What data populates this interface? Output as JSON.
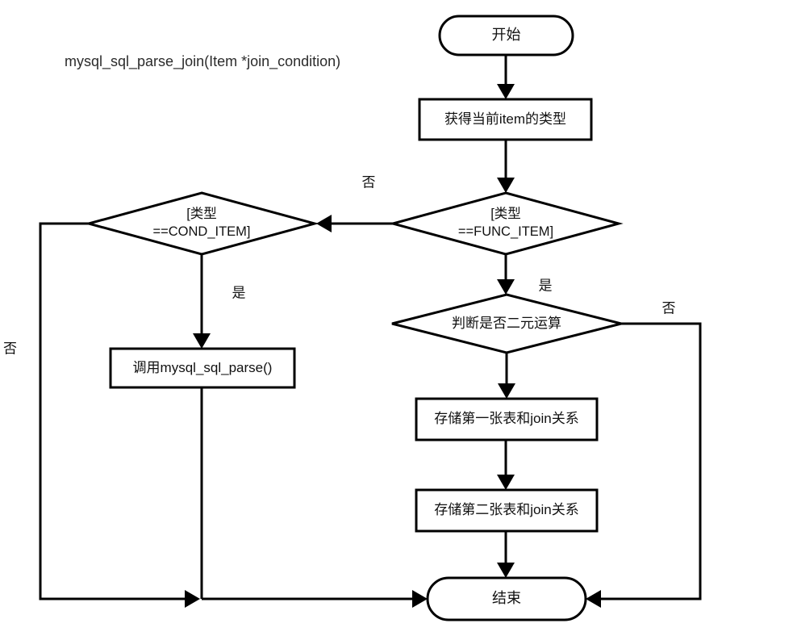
{
  "title": "mysql_sql_parse_join(Item *join_condition)",
  "nodes": {
    "start": {
      "label": "开始"
    },
    "get_type": {
      "label": "获得当前item的类型"
    },
    "check_func_item": {
      "label": "[类型\n==FUNC_ITEM]"
    },
    "check_cond_item": {
      "label": "[类型\n==COND_ITEM]"
    },
    "call_parse": {
      "label": "调用mysql_sql_parse()"
    },
    "check_binary": {
      "label": "判断是否二元运算"
    },
    "store_first": {
      "label": "存储第一张表和join关系"
    },
    "store_second": {
      "label": "存储第二张表和join关系"
    },
    "end": {
      "label": "结束"
    }
  },
  "edge_labels": {
    "func_item_no": "否",
    "cond_item_no": "否",
    "cond_item_yes": "是",
    "func_item_yes": "是",
    "binary_no": "否"
  },
  "colors": {
    "stroke": "#000000",
    "fill": "#ffffff",
    "text": "#111111"
  }
}
